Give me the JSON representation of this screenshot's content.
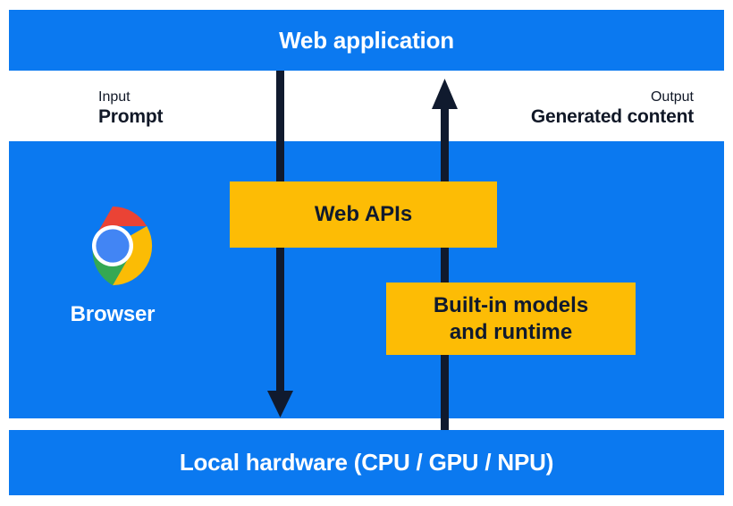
{
  "colors": {
    "blue": "#0B79F0",
    "amber": "#FDBC05",
    "ink": "#101A2E",
    "white": "#FFFFFF",
    "chrome_red": "#EA4335",
    "chrome_yellow": "#FBBC05",
    "chrome_green": "#34A853",
    "chrome_blue": "#4285F4"
  },
  "diagram": {
    "title": "Web application",
    "bands": {
      "top": {
        "label": "Web application"
      },
      "middle": {
        "label": ""
      },
      "bottom": {
        "label": "Local hardware (CPU / GPU / NPU)"
      }
    },
    "flows": {
      "input": {
        "kicker": "Input",
        "value": "Prompt"
      },
      "output": {
        "kicker": "Output",
        "value": "Generated content"
      }
    },
    "boxes": {
      "web_apis": {
        "label": "Web APIs"
      },
      "builtin": {
        "line1": "Built-in models",
        "line2": "and runtime"
      }
    },
    "browser": {
      "label": "Browser",
      "icon": "chrome-logo-icon"
    },
    "arrows": [
      {
        "name": "arrow-down-input",
        "direction": "down",
        "from": "Web application",
        "to": "Local hardware (CPU / GPU / NPU)"
      },
      {
        "name": "arrow-up-output",
        "direction": "up",
        "from": "Local hardware (CPU / GPU / NPU)",
        "to": "Web application"
      }
    ]
  }
}
